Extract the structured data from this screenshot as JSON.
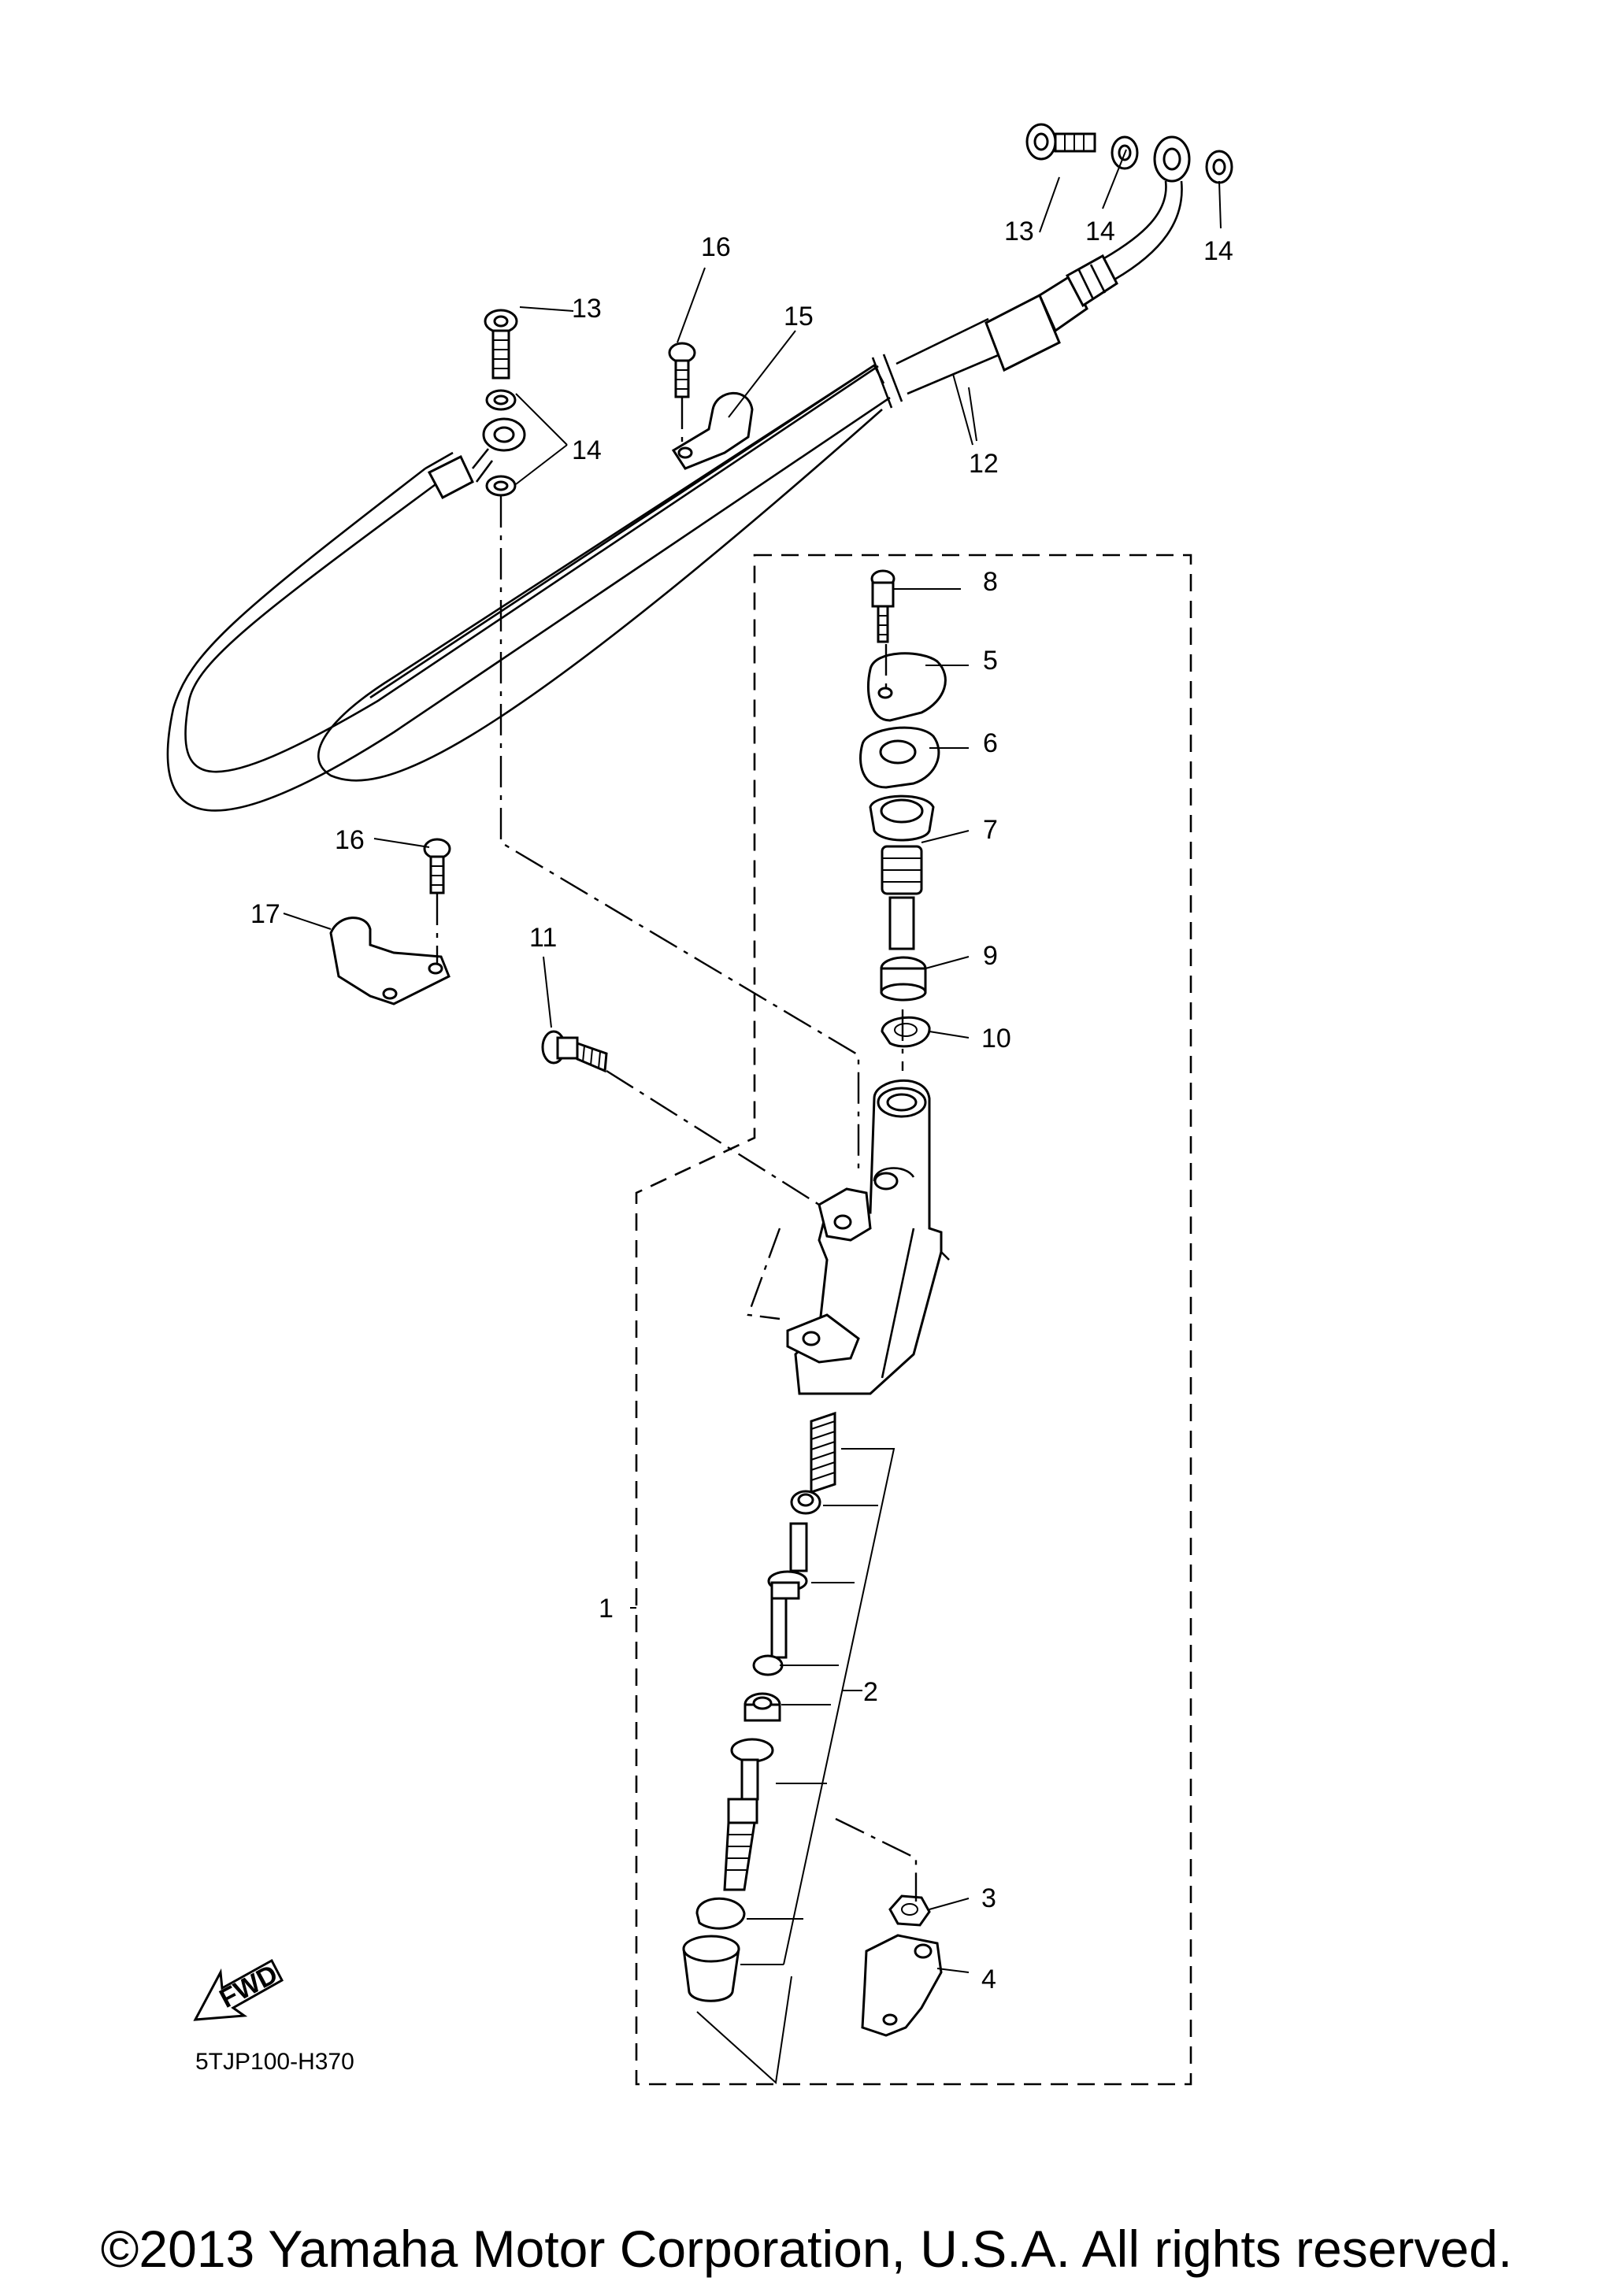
{
  "callouts": {
    "c1": "1",
    "c2": "2",
    "c3": "3",
    "c4": "4",
    "c5": "5",
    "c6": "6",
    "c7": "7",
    "c8": "8",
    "c9": "9",
    "c10": "10",
    "c11": "11",
    "c12": "12",
    "c13a": "13",
    "c13b": "13",
    "c14a": "14",
    "c14b": "14",
    "c14c": "14",
    "c15": "15",
    "c16a": "16",
    "c16b": "16",
    "c17": "17"
  },
  "fwd_label": "FWD",
  "diagram_code": "5TJP100-H370",
  "copyright": "©2013 Yamaha Motor Corporation, U.S.A. All rights reserved."
}
